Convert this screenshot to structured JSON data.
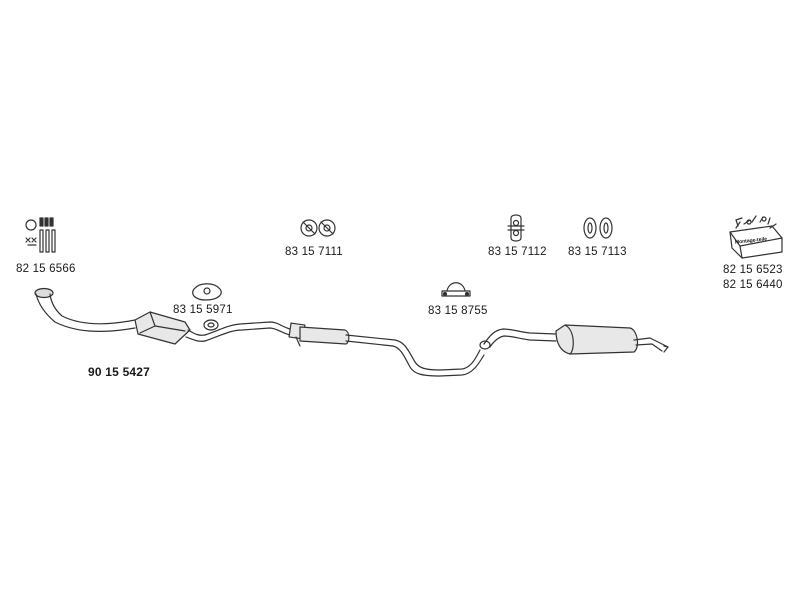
{
  "parts": {
    "p1": "82 15 6566",
    "p2": "90 15 5427",
    "p3": "83 15 5971",
    "p4": "83 15 7111",
    "p5": "83 15 8755",
    "p6": "83 15 7112",
    "p7": "83 15 7113",
    "p8": "82 15 6523",
    "p9": "82 15 6440"
  },
  "kit_label": "Montage-teile"
}
